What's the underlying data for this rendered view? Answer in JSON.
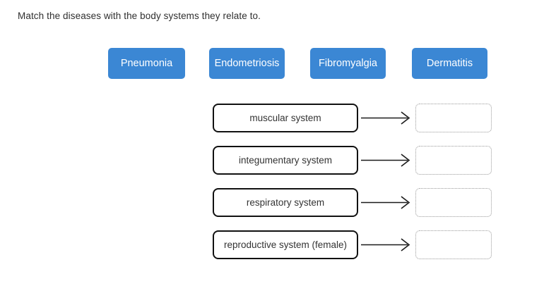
{
  "prompt": {
    "text": "Match the diseases with the body systems they relate to."
  },
  "colors": {
    "tile_blue": "#3b87d4",
    "tile_text": "#ffffff",
    "box_border": "#111111",
    "box_text": "#333333",
    "drop_border": "#9a9a9a",
    "arrow": "#1a1a1a"
  },
  "tiles": [
    {
      "label": "Pneumonia"
    },
    {
      "label": "Endometriosis"
    },
    {
      "label": "Fibromyalgia"
    },
    {
      "label": "Dermatitis"
    }
  ],
  "rows": [
    {
      "system": "muscular system",
      "answer": ""
    },
    {
      "system": "integumentary system",
      "answer": ""
    },
    {
      "system": "respiratory system",
      "answer": ""
    },
    {
      "system": "reproductive system (female)",
      "answer": ""
    }
  ]
}
